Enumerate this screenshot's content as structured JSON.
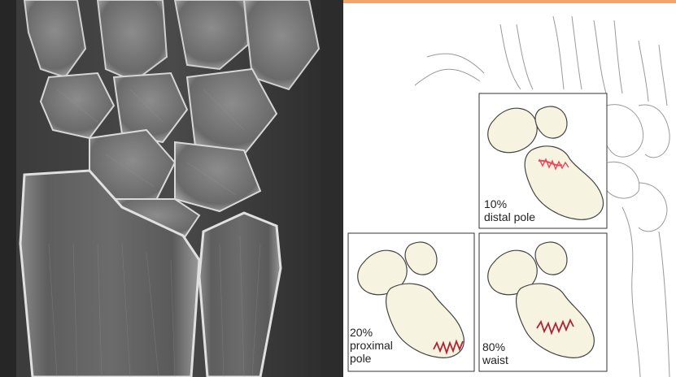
{
  "figure": {
    "colors": {
      "accent_line": "#f3a46a",
      "bone_fill": "#f7f3e1",
      "fracture_line": "#e8485f",
      "fracture_dark": "#b02235",
      "outline": "#444444",
      "faint_outline": "#9a9a9a"
    },
    "panels": [
      {
        "percent": "10%",
        "location": "distal pole"
      },
      {
        "percent": "20%",
        "location": "proximal",
        "location_line2": "pole"
      },
      {
        "percent": "80%",
        "location": "waist"
      }
    ]
  }
}
